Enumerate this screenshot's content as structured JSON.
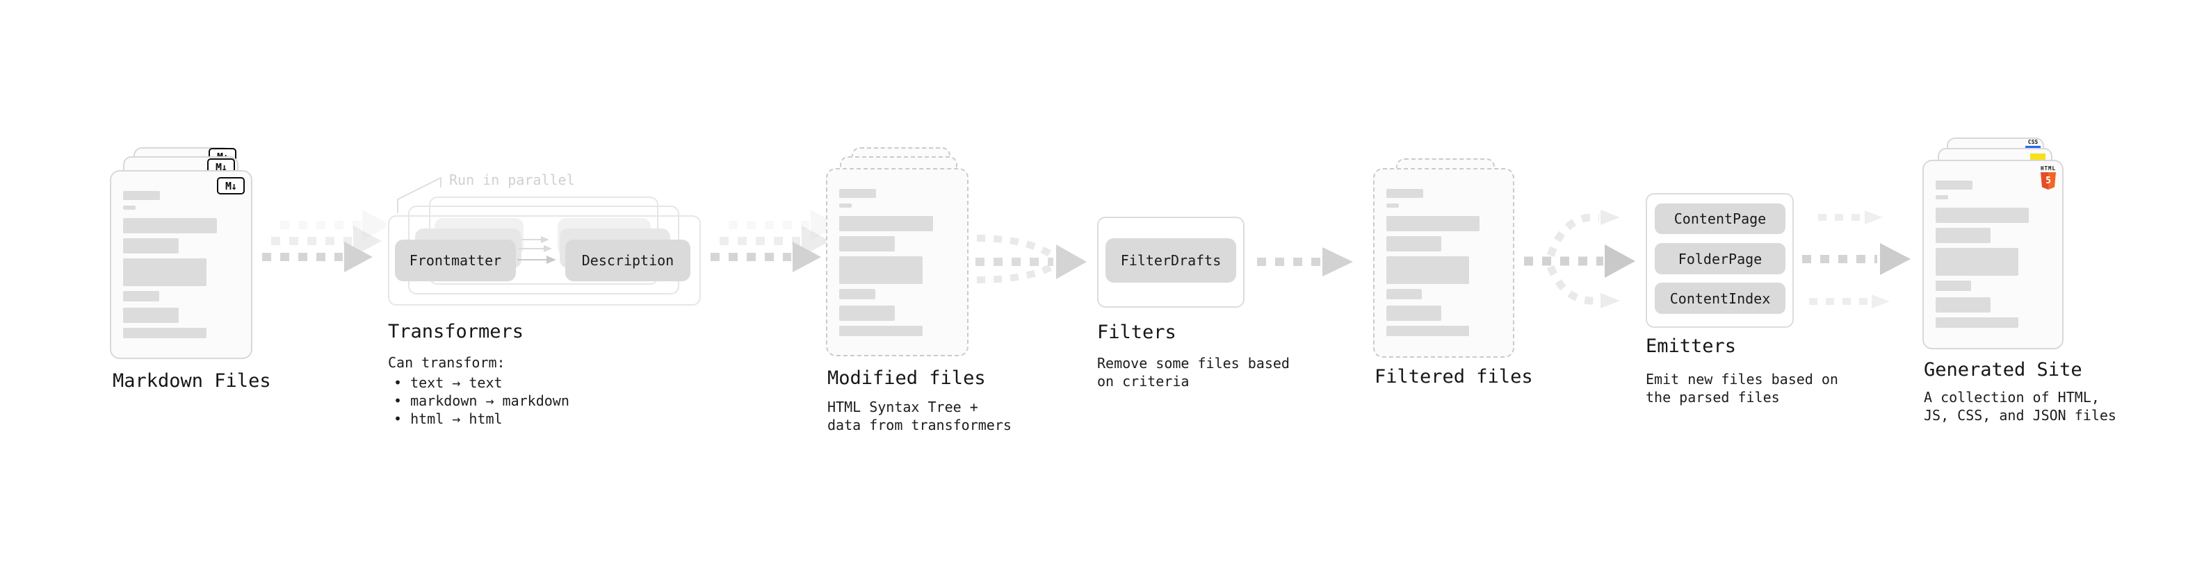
{
  "diagram": {
    "background": "#ffffff",
    "nodes": {
      "markdown_files": {
        "title": "Markdown Files",
        "file_type_badge": "M↓"
      },
      "transformers": {
        "title": "Transformers",
        "annotation": "Run in parallel",
        "steps": [
          "Frontmatter",
          "Description"
        ],
        "note_heading": "Can transform:",
        "note_items": [
          "• text → text",
          "• markdown → markdown",
          "• html → html"
        ]
      },
      "modified_files": {
        "title": "Modified files",
        "subtitle": "HTML Syntax Tree +\ndata from transformers"
      },
      "filters": {
        "title": "Filters",
        "items": [
          "FilterDrafts"
        ],
        "subtitle": "Remove some files based\non criteria"
      },
      "filtered_files": {
        "title": "Filtered files"
      },
      "emitters": {
        "title": "Emitters",
        "items": [
          "ContentPage",
          "FolderPage",
          "ContentIndex"
        ],
        "subtitle": "Emit new files based on\nthe parsed files"
      },
      "generated_site": {
        "title": "Generated Site",
        "subtitle": "A collection of HTML,\nJS, CSS, and JSON files",
        "badges": {
          "html_label": "HTML",
          "html_number": "5",
          "css_label": "CSS"
        }
      }
    },
    "colors": {
      "html5_orange": "#e44d26",
      "html5_orange_light": "#f16529",
      "js_yellow": "#f7df1e",
      "css_blue": "#2965f1",
      "arrow_gray": "#d3d3d3",
      "card_border": "#d8d8d8",
      "dashed_border": "#cbcbcb",
      "placeholder_bar": "#dcdcdc",
      "annotation_gray": "#d0d0d0"
    }
  }
}
